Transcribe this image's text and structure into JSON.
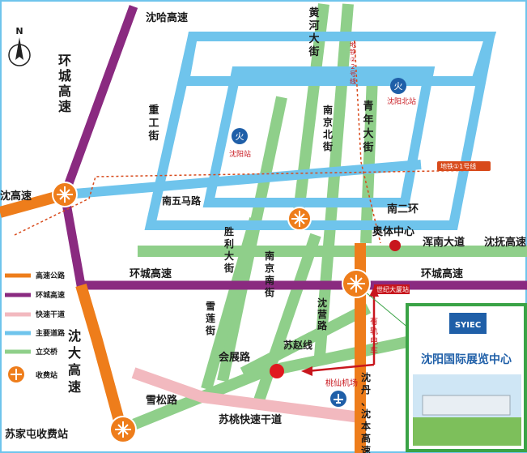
{
  "compass": {
    "north_label": "N"
  },
  "roads": {
    "shenha": "沈哈高速",
    "huancheng_vertical": "环城高速",
    "huancheng_horizontal_left": "环城高速",
    "huancheng_horizontal_right": "环城高速",
    "huanghe": "黄河大街",
    "zhonggong": "重工街",
    "nanjing_bei": "南京北街",
    "qingnian": "青年大街",
    "nanwuma": "南五马路",
    "nan_erhuan": "南二环",
    "hunnan": "浑南大道",
    "shenfu": "沈抚高速",
    "shenliao_left": "沈高速",
    "shengli": "胜利大街",
    "nanjing_nan": "南京南街",
    "xuelian": "雪莲街",
    "huizhan": "会展路",
    "suzhao": "苏赵线",
    "shenying": "沈营路",
    "xuesong": "雪松路",
    "sutao": "苏桃快速干道",
    "shenda": "沈大高速",
    "shendan": "沈丹、沈本高速",
    "sujiatun": "苏家屯收费站"
  },
  "places": {
    "shenyang_station": "沈阳站",
    "shenyang_north": "沈阳北站",
    "olympic_center": "奥体中心",
    "shiji_dasha": "世纪大厦站",
    "taoxian_airport": "桃仙机场",
    "youguidianche": "有轨电车"
  },
  "metro": {
    "line2": "地铁②2号线",
    "line1": "地铁①1号线"
  },
  "venue": {
    "logo_text": "SYIEC",
    "name": "沈阳国际展览中心"
  },
  "legend": [
    {
      "label": "高速公路",
      "color": "#ee7d1b"
    },
    {
      "label": "环城高速",
      "color": "#8a2a80"
    },
    {
      "label": "快速干道",
      "color": "#f2b9bf"
    },
    {
      "label": "主要道路",
      "color": "#6fc4ec"
    },
    {
      "label": "立交桥",
      "color": "#8fcf8a"
    },
    {
      "label": "收费站",
      "color": "#ee7d1b"
    }
  ],
  "colors": {
    "highway": "#ee7d1b",
    "ring": "#8a2a80",
    "express": "#f2b9bf",
    "main": "#6fc4ec",
    "interchange": "#8fcf8a",
    "metro": "#d84a1b",
    "venue_green": "#3aa346",
    "venue_blue": "#1f5fa8"
  }
}
